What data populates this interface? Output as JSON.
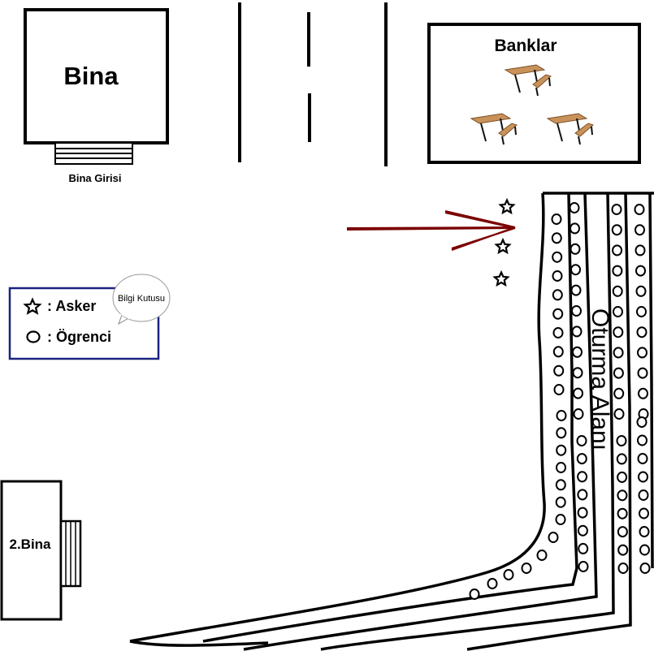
{
  "map": {
    "building_label": "Bina",
    "building_entrance_label": "Bina Girisi",
    "benches_label": "Banklar",
    "second_building_label": "2.Bina",
    "seating_area_label": "Oturma Alanı"
  },
  "legend": {
    "soldier_icon": "star-icon",
    "soldier_label": ": Asker",
    "student_icon": "circle-icon",
    "student_label": ": Ögrenci",
    "info_bubble_label": "Bilgi Kutusu",
    "border_color": "#1a237e"
  },
  "colors": {
    "arrow": "#7b0000",
    "line": "#000000",
    "bench_wood": "#c8925a"
  }
}
